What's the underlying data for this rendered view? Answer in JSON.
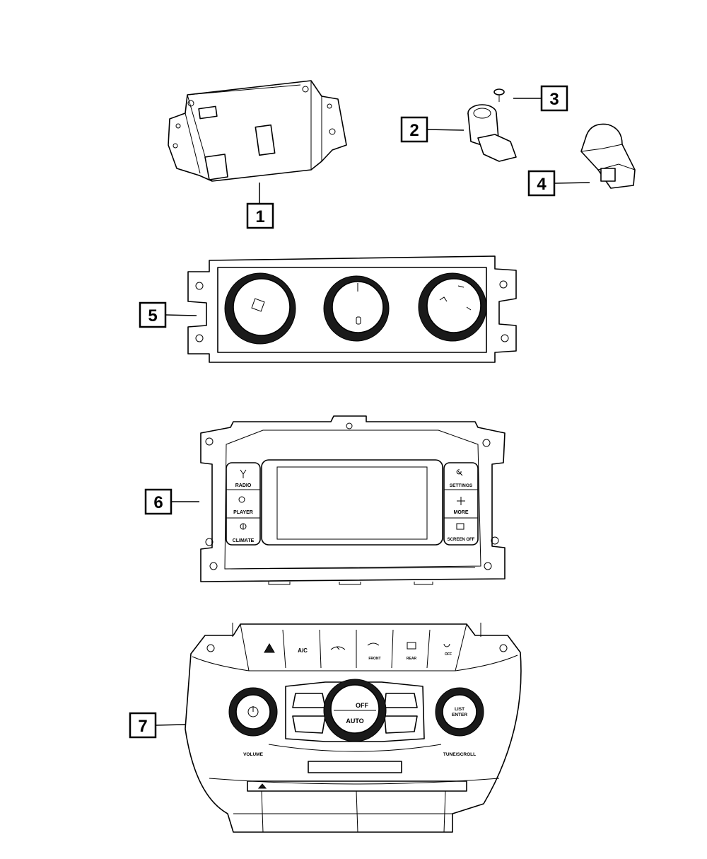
{
  "callouts": [
    {
      "id": "1",
      "label": "1"
    },
    {
      "id": "2",
      "label": "2"
    },
    {
      "id": "3",
      "label": "3"
    },
    {
      "id": "4",
      "label": "4"
    },
    {
      "id": "5",
      "label": "5"
    },
    {
      "id": "6",
      "label": "6"
    },
    {
      "id": "7",
      "label": "7"
    }
  ],
  "touchscreen_bezel": {
    "left_buttons": [
      "RADIO",
      "PLAYER",
      "CLIMATE"
    ],
    "right_buttons": [
      "SETTINGS",
      "MORE",
      "SCREEN OFF"
    ]
  },
  "climate_panel": {
    "top_buttons": [
      "A/C",
      "FRONT",
      "REAR",
      "OFF"
    ],
    "center_upper": "OFF",
    "center_lower": "AUTO",
    "left_knob_label": "VOLUME",
    "right_knob_label": "TUNE/SCROLL",
    "right_knob_text": "LIST ENTER"
  }
}
